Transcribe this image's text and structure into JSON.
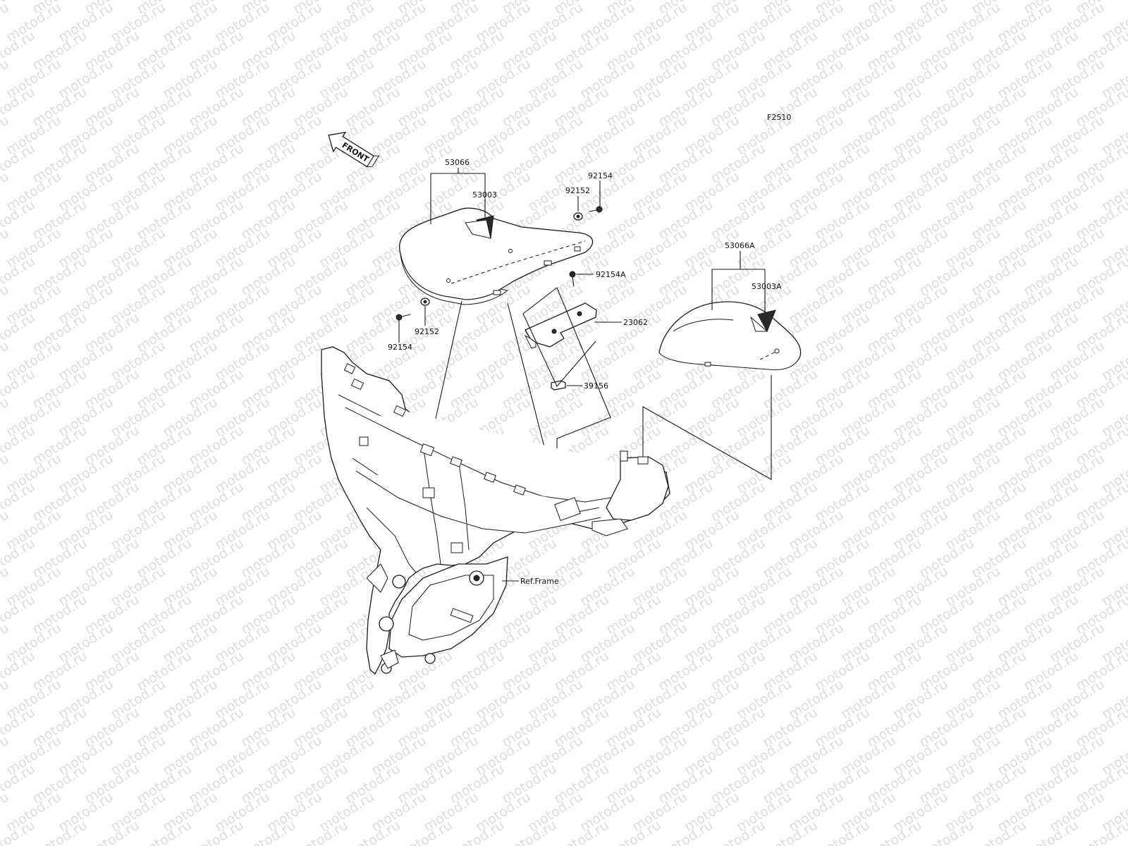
{
  "diagram": {
    "figure_code": "F2510",
    "watermark": "motod.ru",
    "front_arrow_label": "FRONT",
    "frame_ref_label": "Ref.Frame"
  },
  "parts": [
    {
      "id": "p53066",
      "number": "53066"
    },
    {
      "id": "p53003",
      "number": "53003"
    },
    {
      "id": "p92154_top",
      "number": "92154"
    },
    {
      "id": "p92152_top",
      "number": "92152"
    },
    {
      "id": "p92154A",
      "number": "92154A"
    },
    {
      "id": "p23062",
      "number": "23062"
    },
    {
      "id": "p39156",
      "number": "39156"
    },
    {
      "id": "p92152_bottom",
      "number": "92152"
    },
    {
      "id": "p92154_bottom",
      "number": "92154"
    },
    {
      "id": "p53066A",
      "number": "53066A"
    },
    {
      "id": "p53003A",
      "number": "53003A"
    }
  ],
  "colors": {
    "line": "#1a1a1a",
    "watermark": "#dcdcdc",
    "background": "#ffffff"
  }
}
